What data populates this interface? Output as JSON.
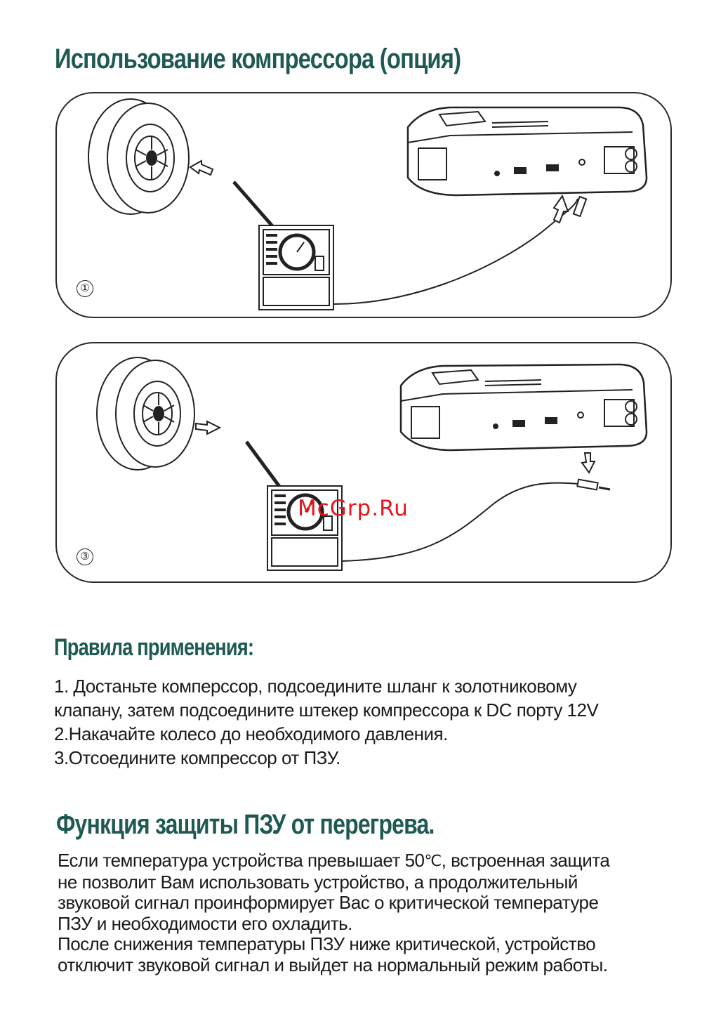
{
  "title": "Использование компрессора (опция)",
  "steps": {
    "step1": "①",
    "step3": "③"
  },
  "rules": {
    "heading": "Правила применения:",
    "lines": [
      "1. Достаньте комперссор, подсоедините шланг к золотниковому",
      "клапану, затем подсоедините штекер компрессора к DC порту 12V",
      "2.Накачайте колесо до необходимого давления.",
      "3.Отсоедините компрессор от ПЗУ."
    ]
  },
  "protection": {
    "heading": "Функция защиты ПЗУ от перегрева.",
    "line1_before": "Если температура устройства превышает 50",
    "degree_symbol": "℃",
    "line1_after": ", встроенная защита",
    "lines": [
      "не позволит Вам использовать устройство, а продолжительный",
      "звуковой сигнал проинформирует Вас о критической температуре",
      "ПЗУ и необходимости его охладить.",
      "После снижения температуры ПЗУ ниже критической, устройство",
      "отключит звуковой сигнал и выйдет на нормальный режим работы."
    ]
  },
  "watermark": "McGrp.Ru"
}
